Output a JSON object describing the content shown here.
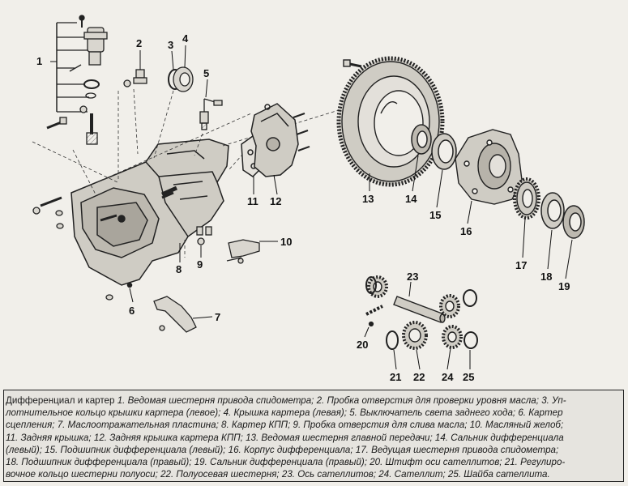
{
  "labels": [
    {
      "id": "1",
      "text": "1"
    },
    {
      "id": "2",
      "text": "2"
    },
    {
      "id": "3",
      "text": "3"
    },
    {
      "id": "4",
      "text": "4"
    },
    {
      "id": "5",
      "text": "5"
    },
    {
      "id": "6",
      "text": "6"
    },
    {
      "id": "7",
      "text": "7"
    },
    {
      "id": "8",
      "text": "8"
    },
    {
      "id": "9",
      "text": "9"
    },
    {
      "id": "10",
      "text": "10"
    },
    {
      "id": "11",
      "text": "11"
    },
    {
      "id": "12",
      "text": "12"
    },
    {
      "id": "13",
      "text": "13"
    },
    {
      "id": "14",
      "text": "14"
    },
    {
      "id": "15",
      "text": "15"
    },
    {
      "id": "16",
      "text": "16"
    },
    {
      "id": "17",
      "text": "17"
    },
    {
      "id": "18",
      "text": "18"
    },
    {
      "id": "19",
      "text": "19"
    },
    {
      "id": "20",
      "text": "20"
    },
    {
      "id": "21",
      "text": "21"
    },
    {
      "id": "22",
      "text": "22"
    },
    {
      "id": "23",
      "text": "23"
    },
    {
      "id": "24",
      "text": "24"
    },
    {
      "id": "25",
      "text": "25"
    }
  ],
  "caption": {
    "title": "Дифференциал и картер",
    "lines": [
      "1. Ведомая шестерня привода спидометра; 2. Пробка отверстия для проверки уровня масла; 3. Уп-",
      "лотнительное кольцо крышки картера (левое); 4. Крышка картера (левая); 5. Выключатель света заднего хода; 6. Картер",
      "сцепления; 7. Маслоотражательная пластина; 8. Картер КПП; 9. Пробка отверстия для слива масла; 10. Масляный желоб;",
      "11. Задняя крышка; 12. Задняя крышка картера КПП; 13. Ведомая шестерня главной передачи; 14. Сальник дифференциала",
      "(левый); 15. Подшипник дифференциала (левый); 16. Корпус дифференциала; 17. Ведущая шестерня привода спидометра;",
      "18. Подшипник дифференциала (правый); 19. Сальник дифференциала (правый); 20. Штифт оси сателлитов; 21. Регулиро-",
      "вочное кольцо шестерни полуоси; 22. Полуосевая шестерня; 23. Ось сателлитов; 24. Сателлит; 25. Шайба сателлита."
    ]
  }
}
